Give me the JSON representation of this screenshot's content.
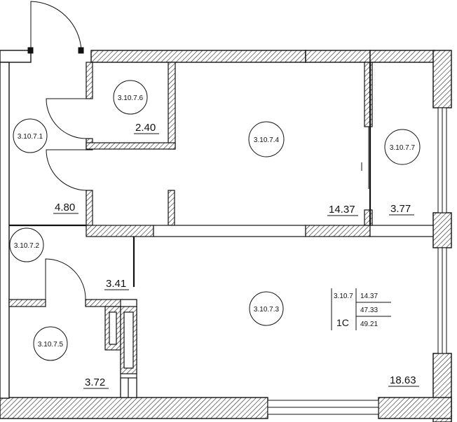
{
  "plan": {
    "rooms": [
      {
        "id": "3.10.7.1",
        "area": "4.80"
      },
      {
        "id": "3.10.7.2",
        "area": "3.41"
      },
      {
        "id": "3.10.7.3",
        "area": "18.63"
      },
      {
        "id": "3.10.7.4",
        "area": "14.37"
      },
      {
        "id": "3.10.7.5",
        "area": "3.72"
      },
      {
        "id": "3.10.7.6",
        "area": "2.40"
      },
      {
        "id": "3.10.7.7",
        "area": "3.77"
      }
    ],
    "summary": {
      "apartment": "3.10.7",
      "type": "1С",
      "living_area": "14.37",
      "total_area": "47.33",
      "total_area_with_balcony": "49.21"
    }
  }
}
